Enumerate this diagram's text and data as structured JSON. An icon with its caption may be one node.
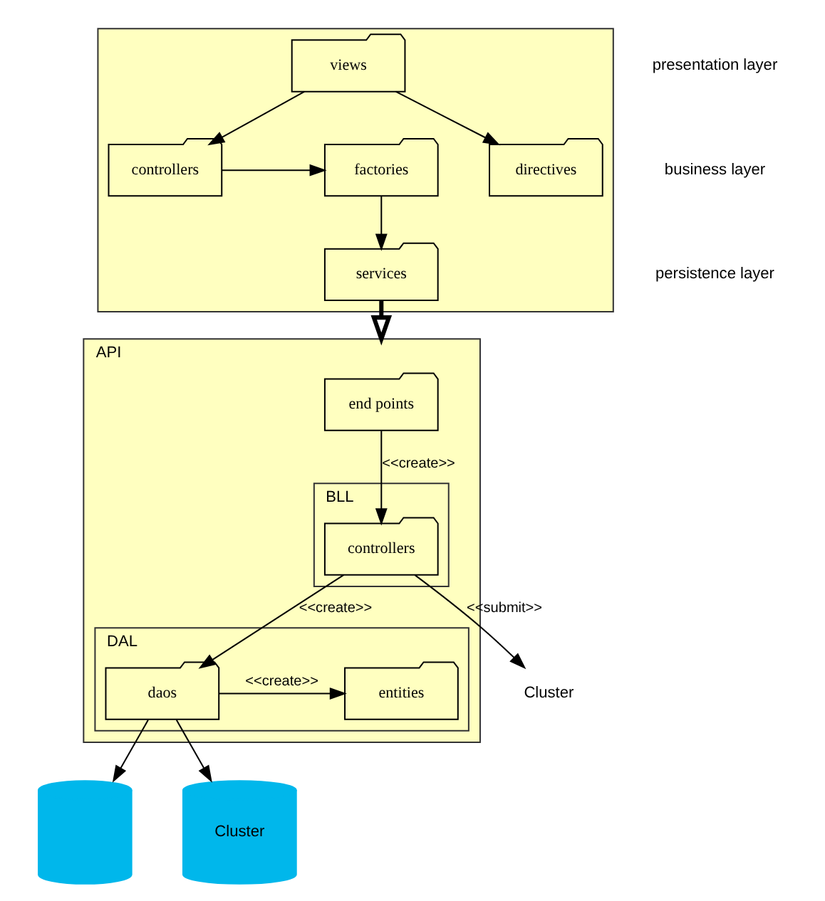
{
  "diagram": {
    "nodes": [
      {
        "text": [],
        "shape": "box"
      },
      {
        "text": [
          "views"
        ],
        "in": 0
      },
      {
        "text": [
          "controllers"
        ],
        "in": 0
      },
      {
        "text": [
          "factories"
        ],
        "in": 0
      },
      {
        "text": [
          "directives"
        ],
        "in": 0
      },
      {
        "text": [
          "services"
        ],
        "in": 0
      },
      {
        "text": [
          "API"
        ]
      },
      {
        "text": [
          "end points"
        ],
        "in": 6
      },
      {
        "text": [
          "BLL"
        ],
        "in": 6
      },
      {
        "text": [
          "controllers"
        ],
        "in": 8
      },
      {
        "text": [
          "DAL"
        ],
        "in": 6
      },
      {
        "text": [
          "daos"
        ],
        "in": 10
      },
      {
        "text": [
          "entities"
        ],
        "in": 10
      },
      {
        "text": [],
        "shape": "cylinder"
      },
      {
        "text": [
          "Cluster"
        ]
      },
      {
        "text": [
          "Cluster"
        ]
      }
    ],
    "edges": [
      {
        "from": 1,
        "to": 2,
        "arrow": "to"
      },
      {
        "from": 1,
        "to": 4,
        "arrow": "to"
      },
      {
        "from": 2,
        "to": 3,
        "arrow": "to"
      },
      {
        "from": 3,
        "to": 5,
        "arrow": "to"
      },
      {
        "from": 5,
        "to": 6,
        "arrow": "to",
        "style": "thick"
      },
      {
        "from": 7,
        "to": 9,
        "arrow": "to",
        "label": "<<create>>"
      },
      {
        "from": 9,
        "to": 11,
        "arrow": "to",
        "label": "<<create>>"
      },
      {
        "from": 11,
        "to": 12,
        "arrow": "to",
        "label": "<<create>>"
      },
      {
        "from": 11,
        "to": 13,
        "arrow": "to"
      },
      {
        "from": 11,
        "to": 14,
        "arrow": "to"
      },
      {
        "from": 9,
        "to": 15,
        "arrow": "to",
        "label": "<<submit>>"
      }
    ],
    "labels": [
      "presentation layer",
      "business layer",
      "persistence layer"
    ]
  }
}
